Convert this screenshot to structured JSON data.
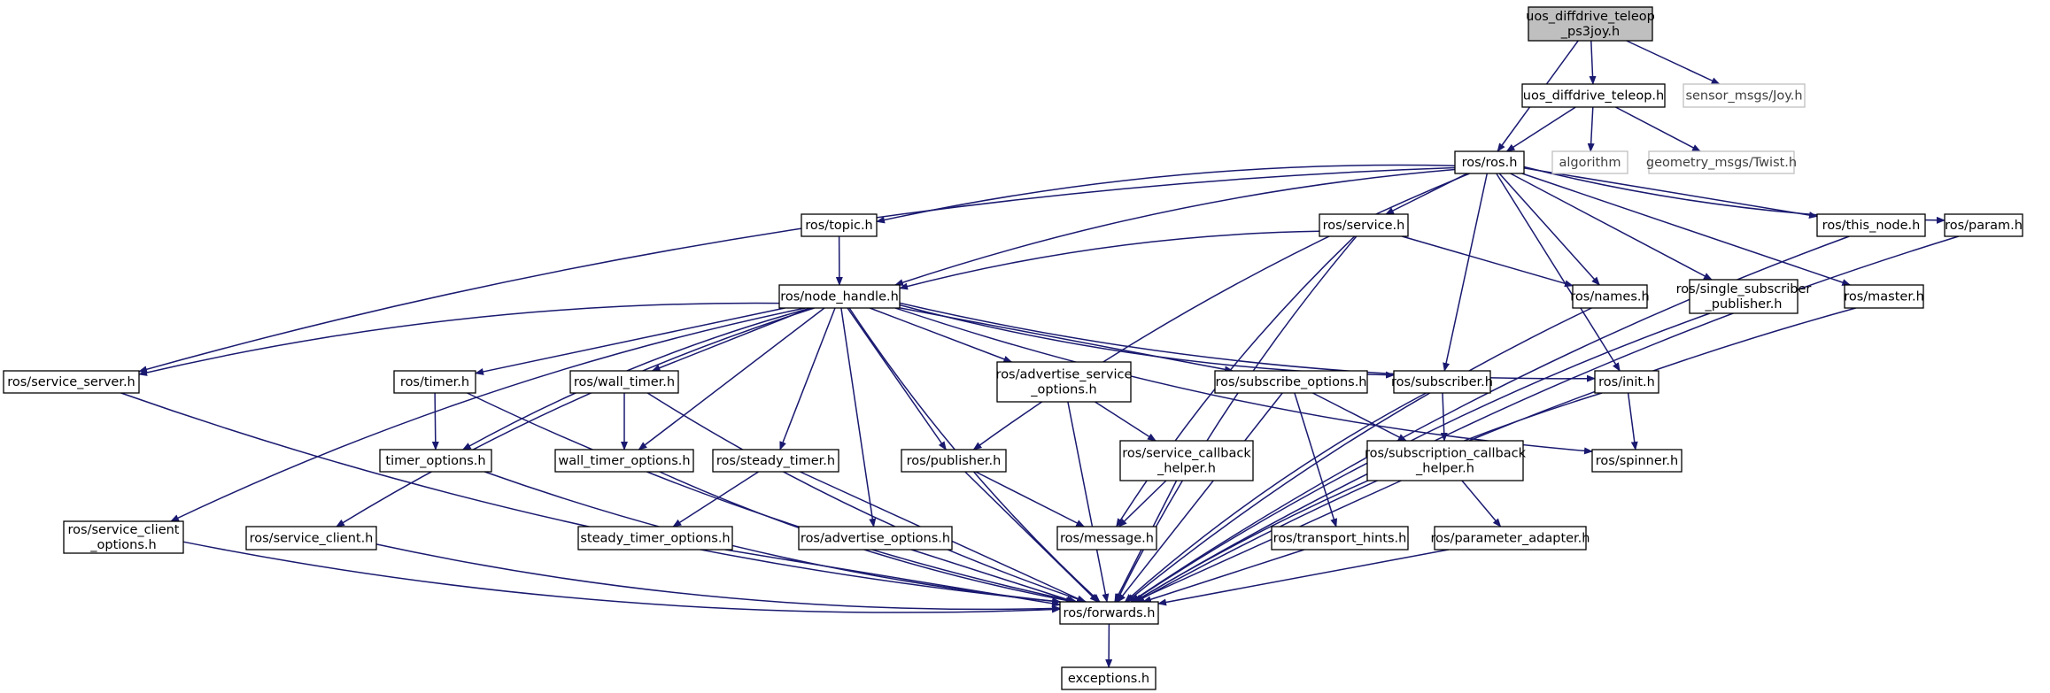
{
  "nodes": [
    {
      "id": "root",
      "lines": [
        "uos_diffdrive_teleop",
        "_ps3joy.h"
      ],
      "style": "root"
    },
    {
      "id": "teleop",
      "lines": [
        "uos_diffdrive_teleop.h"
      ]
    },
    {
      "id": "joy",
      "lines": [
        "sensor_msgs/Joy.h"
      ],
      "style": "ext"
    },
    {
      "id": "ros",
      "lines": [
        "ros/ros.h"
      ]
    },
    {
      "id": "algorithm",
      "lines": [
        "algorithm"
      ],
      "style": "ext"
    },
    {
      "id": "twist",
      "lines": [
        "geometry_msgs/Twist.h"
      ],
      "style": "ext"
    },
    {
      "id": "topic",
      "lines": [
        "ros/topic.h"
      ]
    },
    {
      "id": "service",
      "lines": [
        "ros/service.h"
      ]
    },
    {
      "id": "this_node",
      "lines": [
        "ros/this_node.h"
      ]
    },
    {
      "id": "param",
      "lines": [
        "ros/param.h"
      ]
    },
    {
      "id": "node_handle",
      "lines": [
        "ros/node_handle.h"
      ]
    },
    {
      "id": "names",
      "lines": [
        "ros/names.h"
      ]
    },
    {
      "id": "single_sub",
      "lines": [
        "ros/single_subscriber",
        "_publisher.h"
      ]
    },
    {
      "id": "master",
      "lines": [
        "ros/master.h"
      ]
    },
    {
      "id": "service_server",
      "lines": [
        "ros/service_server.h"
      ]
    },
    {
      "id": "timer",
      "lines": [
        "ros/timer.h"
      ]
    },
    {
      "id": "wall_timer",
      "lines": [
        "ros/wall_timer.h"
      ]
    },
    {
      "id": "adv_service_opts",
      "lines": [
        "ros/advertise_service",
        "_options.h"
      ]
    },
    {
      "id": "subscribe_opts",
      "lines": [
        "ros/subscribe_options.h"
      ]
    },
    {
      "id": "subscriber",
      "lines": [
        "ros/subscriber.h"
      ]
    },
    {
      "id": "init",
      "lines": [
        "ros/init.h"
      ]
    },
    {
      "id": "timer_opts",
      "lines": [
        "timer_options.h"
      ]
    },
    {
      "id": "wall_timer_opts",
      "lines": [
        "wall_timer_options.h"
      ]
    },
    {
      "id": "steady_timer",
      "lines": [
        "ros/steady_timer.h"
      ]
    },
    {
      "id": "publisher",
      "lines": [
        "ros/publisher.h"
      ]
    },
    {
      "id": "svc_cb_helper",
      "lines": [
        "ros/service_callback",
        "_helper.h"
      ]
    },
    {
      "id": "sub_cb_helper",
      "lines": [
        "ros/subscription_callback",
        "_helper.h"
      ]
    },
    {
      "id": "spinner",
      "lines": [
        "ros/spinner.h"
      ]
    },
    {
      "id": "svc_client_opts",
      "lines": [
        "ros/service_client",
        "_options.h"
      ]
    },
    {
      "id": "service_client",
      "lines": [
        "ros/service_client.h"
      ]
    },
    {
      "id": "steady_timer_opts",
      "lines": [
        "steady_timer_options.h"
      ]
    },
    {
      "id": "advertise_opts",
      "lines": [
        "ros/advertise_options.h"
      ]
    },
    {
      "id": "message",
      "lines": [
        "ros/message.h"
      ]
    },
    {
      "id": "transport_hints",
      "lines": [
        "ros/transport_hints.h"
      ]
    },
    {
      "id": "param_adapter",
      "lines": [
        "ros/parameter_adapter.h"
      ]
    },
    {
      "id": "forwards",
      "lines": [
        "ros/forwards.h"
      ]
    },
    {
      "id": "exceptions",
      "lines": [
        "exceptions.h"
      ]
    }
  ],
  "edges": [
    [
      "root",
      "teleop"
    ],
    [
      "root",
      "joy"
    ],
    [
      "root",
      "ros"
    ],
    [
      "teleop",
      "ros"
    ],
    [
      "teleop",
      "algorithm"
    ],
    [
      "teleop",
      "twist"
    ],
    [
      "ros",
      "topic"
    ],
    [
      "ros",
      "node_handle"
    ],
    [
      "ros",
      "service"
    ],
    [
      "ros",
      "this_node"
    ],
    [
      "ros",
      "param"
    ],
    [
      "ros",
      "names"
    ],
    [
      "ros",
      "single_sub"
    ],
    [
      "ros",
      "master"
    ],
    [
      "ros",
      "service_server"
    ],
    [
      "ros",
      "publisher"
    ],
    [
      "ros",
      "subscriber"
    ],
    [
      "ros",
      "init"
    ],
    [
      "topic",
      "node_handle"
    ],
    [
      "service",
      "node_handle"
    ],
    [
      "service",
      "names"
    ],
    [
      "service",
      "message"
    ],
    [
      "service",
      "forwards"
    ],
    [
      "this_node",
      "forwards"
    ],
    [
      "param",
      "forwards"
    ],
    [
      "names",
      "forwards"
    ],
    [
      "single_sub",
      "forwards"
    ],
    [
      "master",
      "forwards"
    ],
    [
      "node_handle",
      "service_server"
    ],
    [
      "node_handle",
      "svc_client_opts"
    ],
    [
      "node_handle",
      "service_client"
    ],
    [
      "node_handle",
      "timer"
    ],
    [
      "node_handle",
      "timer_opts"
    ],
    [
      "node_handle",
      "wall_timer"
    ],
    [
      "node_handle",
      "wall_timer_opts"
    ],
    [
      "node_handle",
      "steady_timer"
    ],
    [
      "node_handle",
      "advertise_opts"
    ],
    [
      "node_handle",
      "publisher"
    ],
    [
      "node_handle",
      "adv_service_opts"
    ],
    [
      "node_handle",
      "subscribe_opts"
    ],
    [
      "node_handle",
      "subscriber"
    ],
    [
      "node_handle",
      "init"
    ],
    [
      "node_handle",
      "spinner"
    ],
    [
      "node_handle",
      "forwards"
    ],
    [
      "service_server",
      "forwards"
    ],
    [
      "timer",
      "timer_opts"
    ],
    [
      "timer",
      "forwards"
    ],
    [
      "wall_timer",
      "wall_timer_opts"
    ],
    [
      "wall_timer",
      "forwards"
    ],
    [
      "adv_service_opts",
      "svc_cb_helper"
    ],
    [
      "adv_service_opts",
      "forwards"
    ],
    [
      "subscribe_opts",
      "sub_cb_helper"
    ],
    [
      "subscribe_opts",
      "transport_hints"
    ],
    [
      "subscribe_opts",
      "forwards"
    ],
    [
      "subscriber",
      "sub_cb_helper"
    ],
    [
      "subscriber",
      "forwards"
    ],
    [
      "init",
      "spinner"
    ],
    [
      "init",
      "forwards"
    ],
    [
      "timer_opts",
      "forwards"
    ],
    [
      "wall_timer_opts",
      "forwards"
    ],
    [
      "steady_timer",
      "steady_timer_opts"
    ],
    [
      "steady_timer",
      "forwards"
    ],
    [
      "publisher",
      "message"
    ],
    [
      "publisher",
      "forwards"
    ],
    [
      "svc_cb_helper",
      "message"
    ],
    [
      "svc_cb_helper",
      "forwards"
    ],
    [
      "sub_cb_helper",
      "param_adapter"
    ],
    [
      "sub_cb_helper",
      "forwards"
    ],
    [
      "svc_client_opts",
      "forwards"
    ],
    [
      "service_client",
      "forwards"
    ],
    [
      "steady_timer_opts",
      "forwards"
    ],
    [
      "advertise_opts",
      "forwards"
    ],
    [
      "transport_hints",
      "forwards"
    ],
    [
      "param_adapter",
      "forwards"
    ],
    [
      "forwards",
      "exceptions"
    ]
  ]
}
